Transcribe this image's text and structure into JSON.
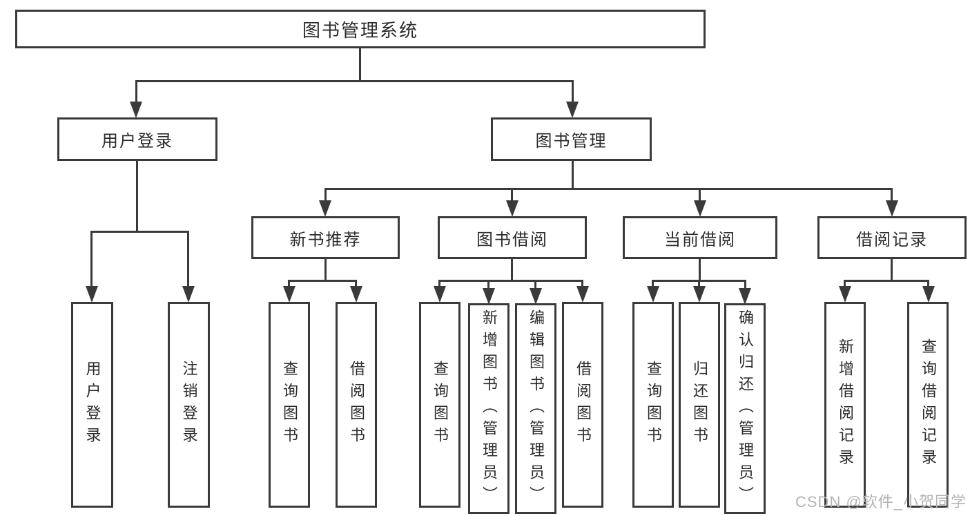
{
  "diagram": {
    "root": {
      "label": "图书管理系统"
    },
    "level1": [
      {
        "label": "用户登录"
      },
      {
        "label": "图书管理"
      }
    ],
    "level2": [
      {
        "label": "新书推荐"
      },
      {
        "label": "图书借阅"
      },
      {
        "label": "当前借阅"
      },
      {
        "label": "借阅记录"
      }
    ],
    "leaves": {
      "user_login": [
        "用户登录",
        "注销登录"
      ],
      "new_book_recommend": [
        "查询图书",
        "借阅图书"
      ],
      "book_borrow": [
        "查询图书",
        "新增图书（管理员）",
        "编辑图书（管理员）",
        "借阅图书"
      ],
      "current_borrow": [
        "查询图书",
        "归还图书",
        "确认归还（管理员）"
      ],
      "borrow_records": [
        "新增借阅记录",
        "查询借阅记录"
      ]
    },
    "watermark": "CSDN @软件_小贺同学",
    "colors": {
      "line": "#3a3a3a",
      "text": "#2b2b2b",
      "background": "#ffffff",
      "watermark": "#b3b3b3"
    }
  }
}
